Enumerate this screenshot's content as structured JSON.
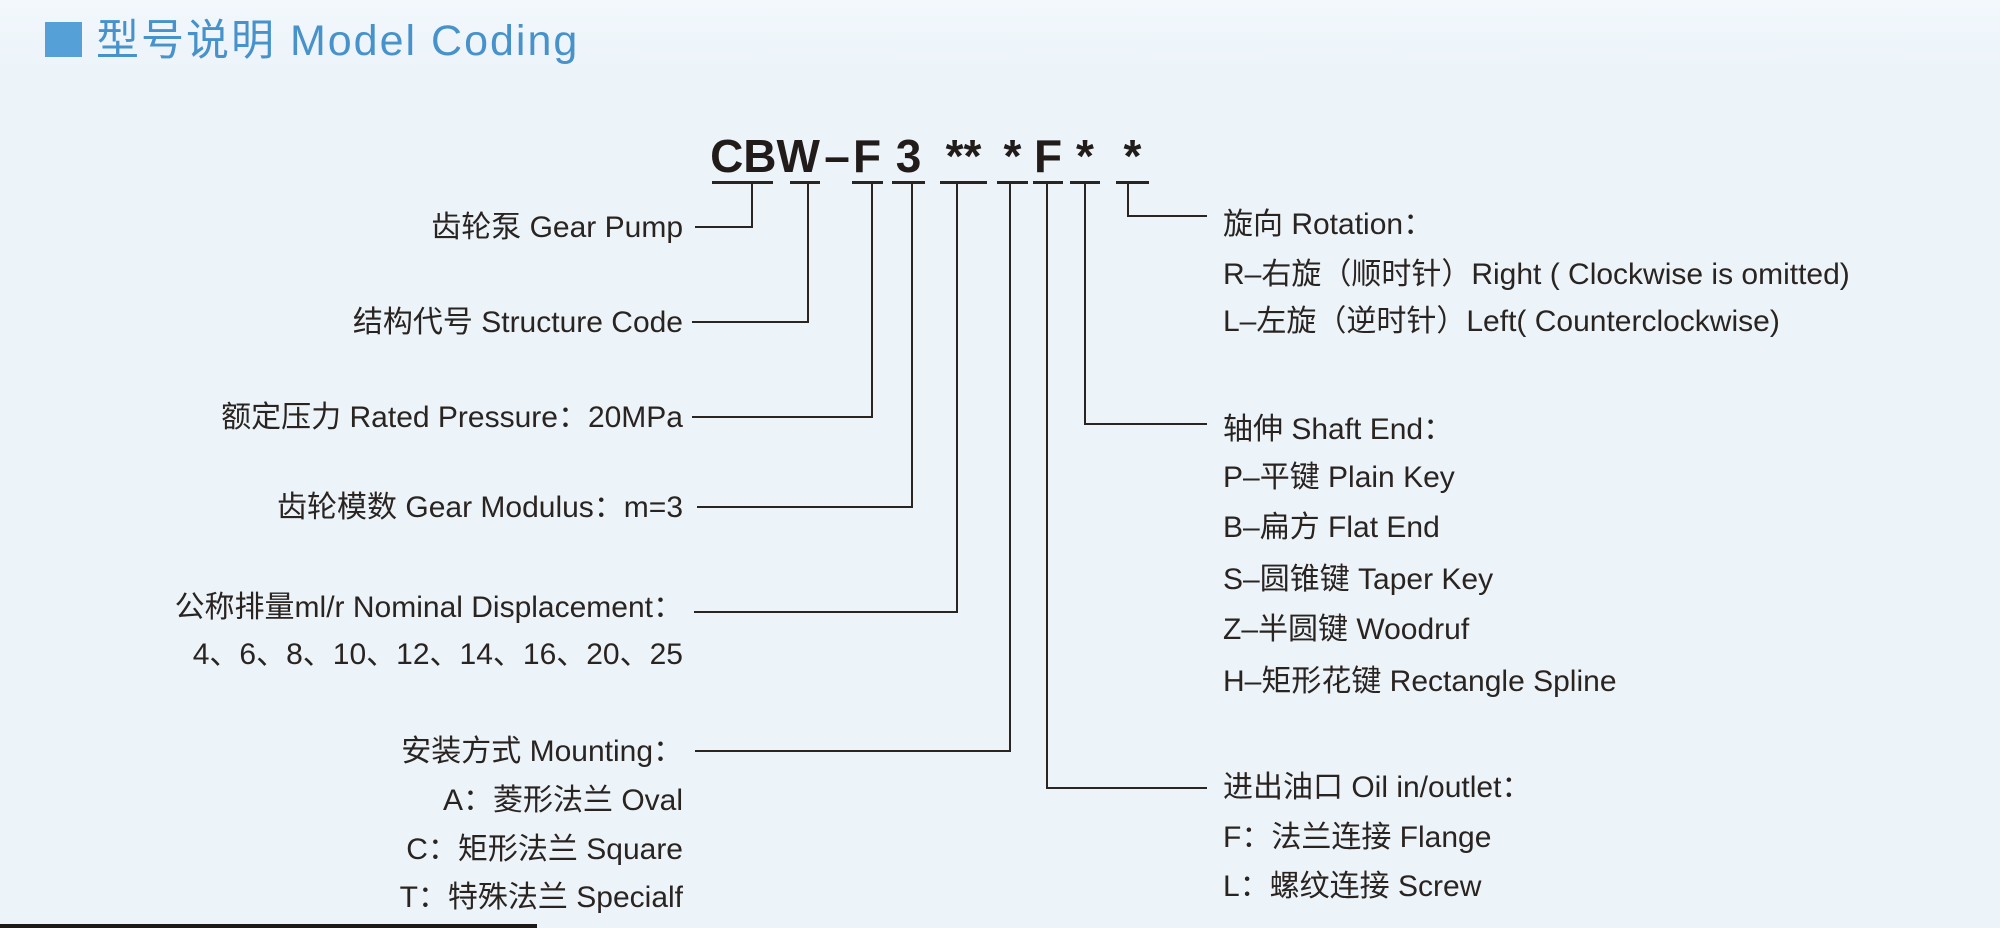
{
  "title": {
    "text": "型号说明 Model Coding",
    "accent_color": "#4792cb",
    "square_color": "#55a0d6"
  },
  "code": {
    "parts": [
      "CBW",
      "–",
      "F",
      "3",
      "**",
      "*",
      "F",
      "*",
      "*"
    ]
  },
  "left_labels": {
    "gear_pump": "齿轮泵 Gear Pump",
    "structure_code": "结构代号 Structure Code",
    "rated_pressure": "额定压力 Rated Pressure：20MPa",
    "gear_modulus": "齿轮模数 Gear Modulus：m=3",
    "displacement": "公称排量ml/r Nominal Displacement：",
    "displacement_values": "4、6、8、10、12、14、16、20、25",
    "mounting": "安装方式 Mounting：",
    "mounting_a": "A：菱形法兰 Oval",
    "mounting_c": "C：矩形法兰 Square",
    "mounting_t": "T：特殊法兰 Specialf"
  },
  "right_labels": {
    "rotation": {
      "heading": "旋向 Rotation：",
      "r": "R–右旋（顺时针）Right ( Clockwise is omitted)",
      "l": "L–左旋（逆时针）Left( Counterclockwise)"
    },
    "shaft_end": {
      "heading": "轴伸 Shaft End：",
      "p": "P–平键 Plain Key",
      "b": "B–扁方 Flat End",
      "s": "S–圆锥键 Taper Key",
      "z": "Z–半圆键 Woodruf",
      "h": "H–矩形花键 Rectangle Spline"
    },
    "oil_port": {
      "heading": "进出油口 Oil in/outlet：",
      "f": "F：法兰连接 Flange",
      "l": "L：螺纹连接 Screw"
    }
  },
  "line_color": "#2b2522"
}
